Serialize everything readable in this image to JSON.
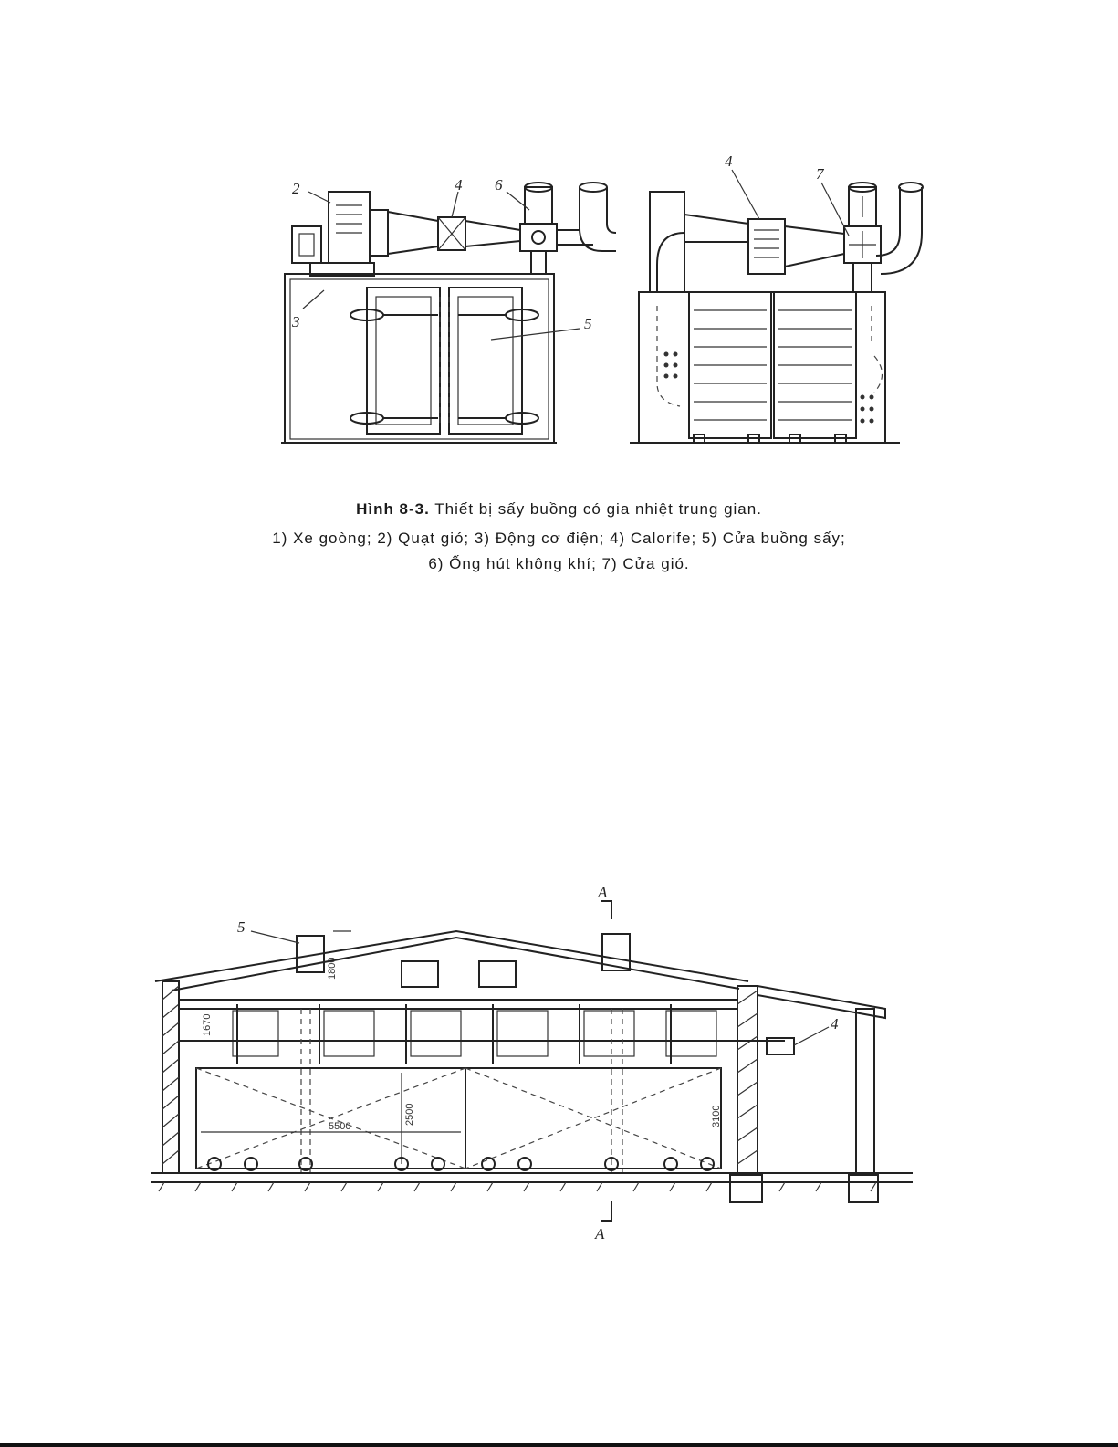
{
  "figure_top": {
    "labels": {
      "l2": "2",
      "l3": "3",
      "l4a": "4",
      "l6": "6",
      "l5": "5",
      "l4b": "4",
      "l7": "7"
    }
  },
  "caption": {
    "figure_no": "Hình 8-3.",
    "title": "Thiết bị sấy buồng có gia nhiệt trung gian.",
    "line2": "1) Xe goòng; 2) Quạt gió; 3) Động cơ điện; 4) Calorife; 5) Cửa buồng sấy;",
    "line3": "6) Ống hút không khí; 7) Cửa gió."
  },
  "figure_bottom": {
    "labels": {
      "sec_top": "A",
      "sec_bottom": "A",
      "l5": "5",
      "l4": "4"
    },
    "dims": {
      "d1": "1800",
      "d2": "1670",
      "d3": "2500",
      "d4": "5500",
      "d5": "3100"
    }
  }
}
